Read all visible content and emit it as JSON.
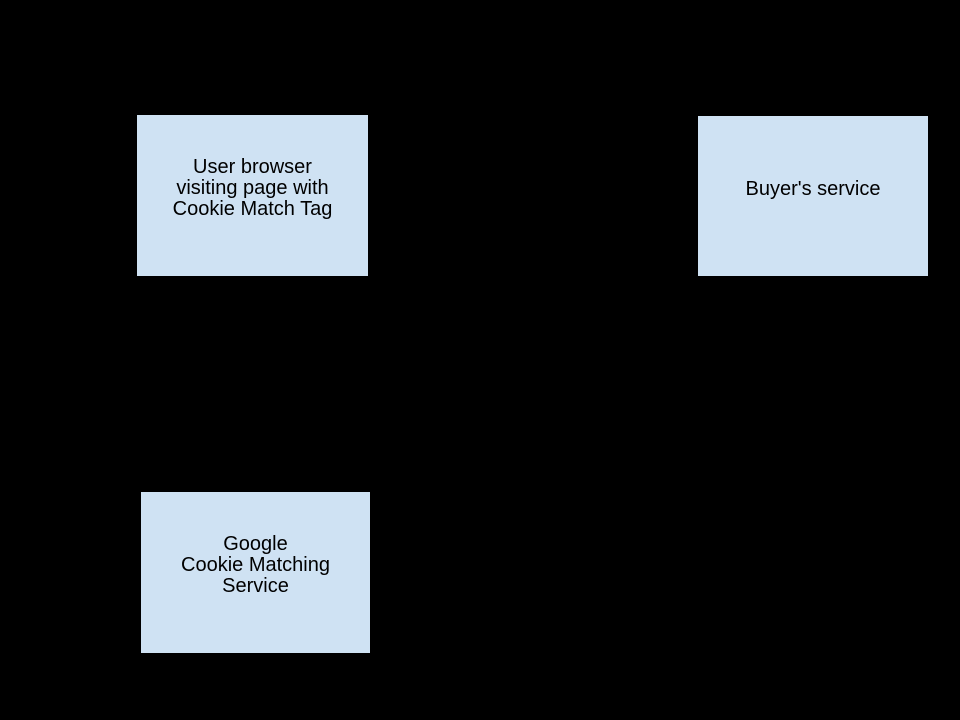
{
  "canvas": {
    "background_color": "#000000"
  },
  "style": {
    "node_fill_color": "#cfe2f3",
    "node_border_color": "#000000",
    "node_text_color": "#000000"
  },
  "nodes": [
    {
      "id": "user-browser",
      "label": "User browser\nvisiting page with\nCookie Match Tag"
    },
    {
      "id": "buyers-service",
      "label": "Buyer's service"
    },
    {
      "id": "google-cookie-matching-service",
      "label": "Google\nCookie Matching\nService"
    }
  ]
}
